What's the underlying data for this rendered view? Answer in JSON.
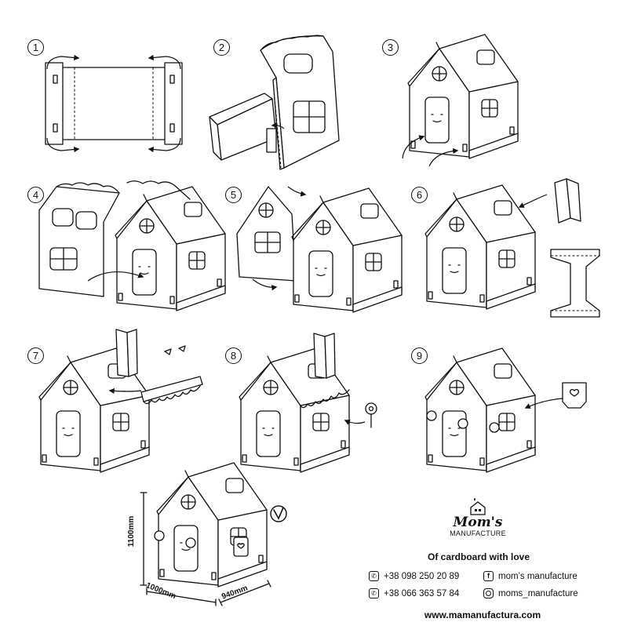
{
  "steps": [
    "1",
    "2",
    "3",
    "4",
    "5",
    "6",
    "7",
    "8",
    "9"
  ],
  "dimensions": {
    "height": "1100mm",
    "depth": "1000mm",
    "width": "940mm"
  },
  "brand": {
    "name_line1": "Mom's",
    "name_line2": "MANUFACTURE",
    "tagline": "Of cardboard with love"
  },
  "contacts": {
    "phone1": "+38 098 250 20 89",
    "phone2": "+38 066 363 57 84",
    "facebook": "mom’s manufacture",
    "instagram": "moms_manufacture"
  },
  "website": "www.mamanufactura.com",
  "icons": {
    "phone": "phone-icon",
    "facebook": "facebook-icon",
    "instagram": "instagram-icon",
    "check": "check-circle-icon",
    "logo": "house-heart-icon"
  }
}
